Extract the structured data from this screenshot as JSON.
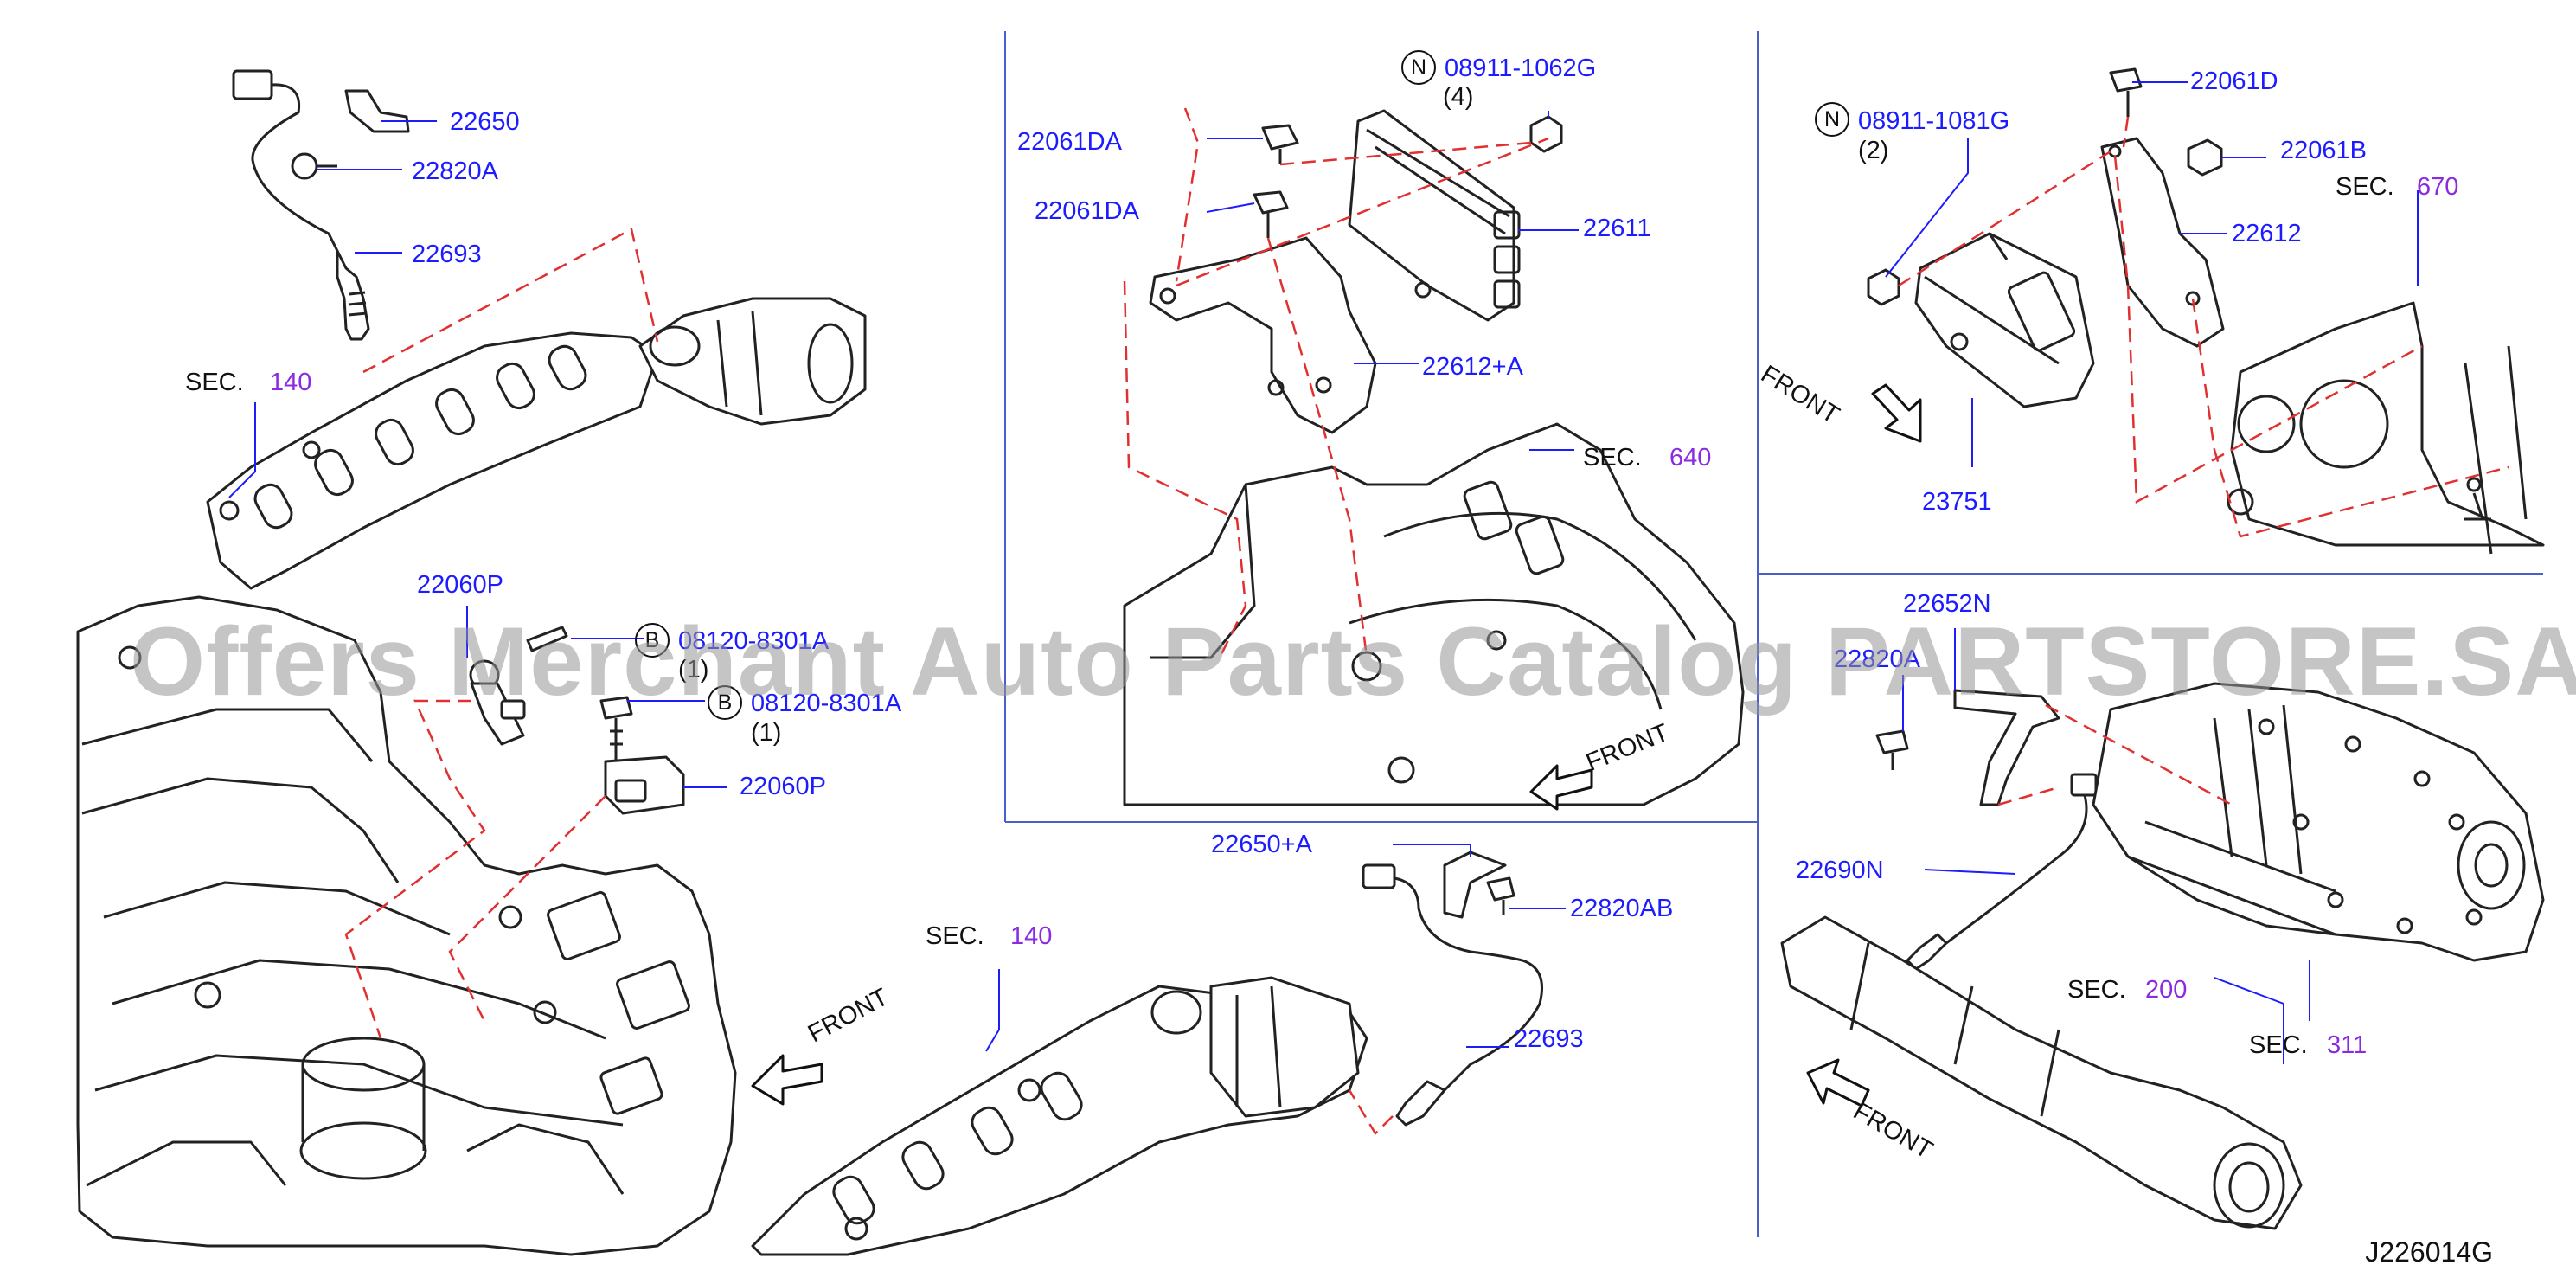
{
  "drawing_code": "J226014G",
  "watermark": "Offers Merchant Auto Parts Catalog PARTSTORE.SA",
  "front_label": "FRONT",
  "sec_prefix": "SEC.",
  "colors": {
    "part_label": "#1c1cff",
    "section_number": "#8a2be2",
    "leader": "#e03030",
    "panel_divider": "#4a5ecc"
  },
  "upper_left": {
    "p22650": "22650",
    "p22820A": "22820A",
    "p22693": "22693",
    "sec_num": "140"
  },
  "lower_left": {
    "p22060P_a": "22060P",
    "p22060P_b": "22060P",
    "bolt_a": "08120-8301A",
    "bolt_a_qty": "(1)",
    "bolt_b": "08120-8301A",
    "bolt_b_qty": "(1)",
    "circle_letter": "B"
  },
  "center_top": {
    "nut": "08911-1062G",
    "nut_qty": "(4)",
    "circle_letter": "N",
    "p22061DA_a": "22061DA",
    "p22061DA_b": "22061DA",
    "p22611": "22611",
    "p22612A": "22612+A",
    "sec_num": "640"
  },
  "center_bottom": {
    "p22650A": "22650+A",
    "p22820AB": "22820AB",
    "p22693": "22693",
    "sec_num": "140"
  },
  "right_top": {
    "nut": "08911-1081G",
    "nut_qty": "(2)",
    "circle_letter": "N",
    "p22061D": "22061D",
    "p22061B": "22061B",
    "p22612": "22612",
    "p23751": "23751",
    "sec_num": "670"
  },
  "right_bottom": {
    "p22652N": "22652N",
    "p22820A": "22820A",
    "p22690N": "22690N",
    "sec200": "200",
    "sec311": "311"
  }
}
